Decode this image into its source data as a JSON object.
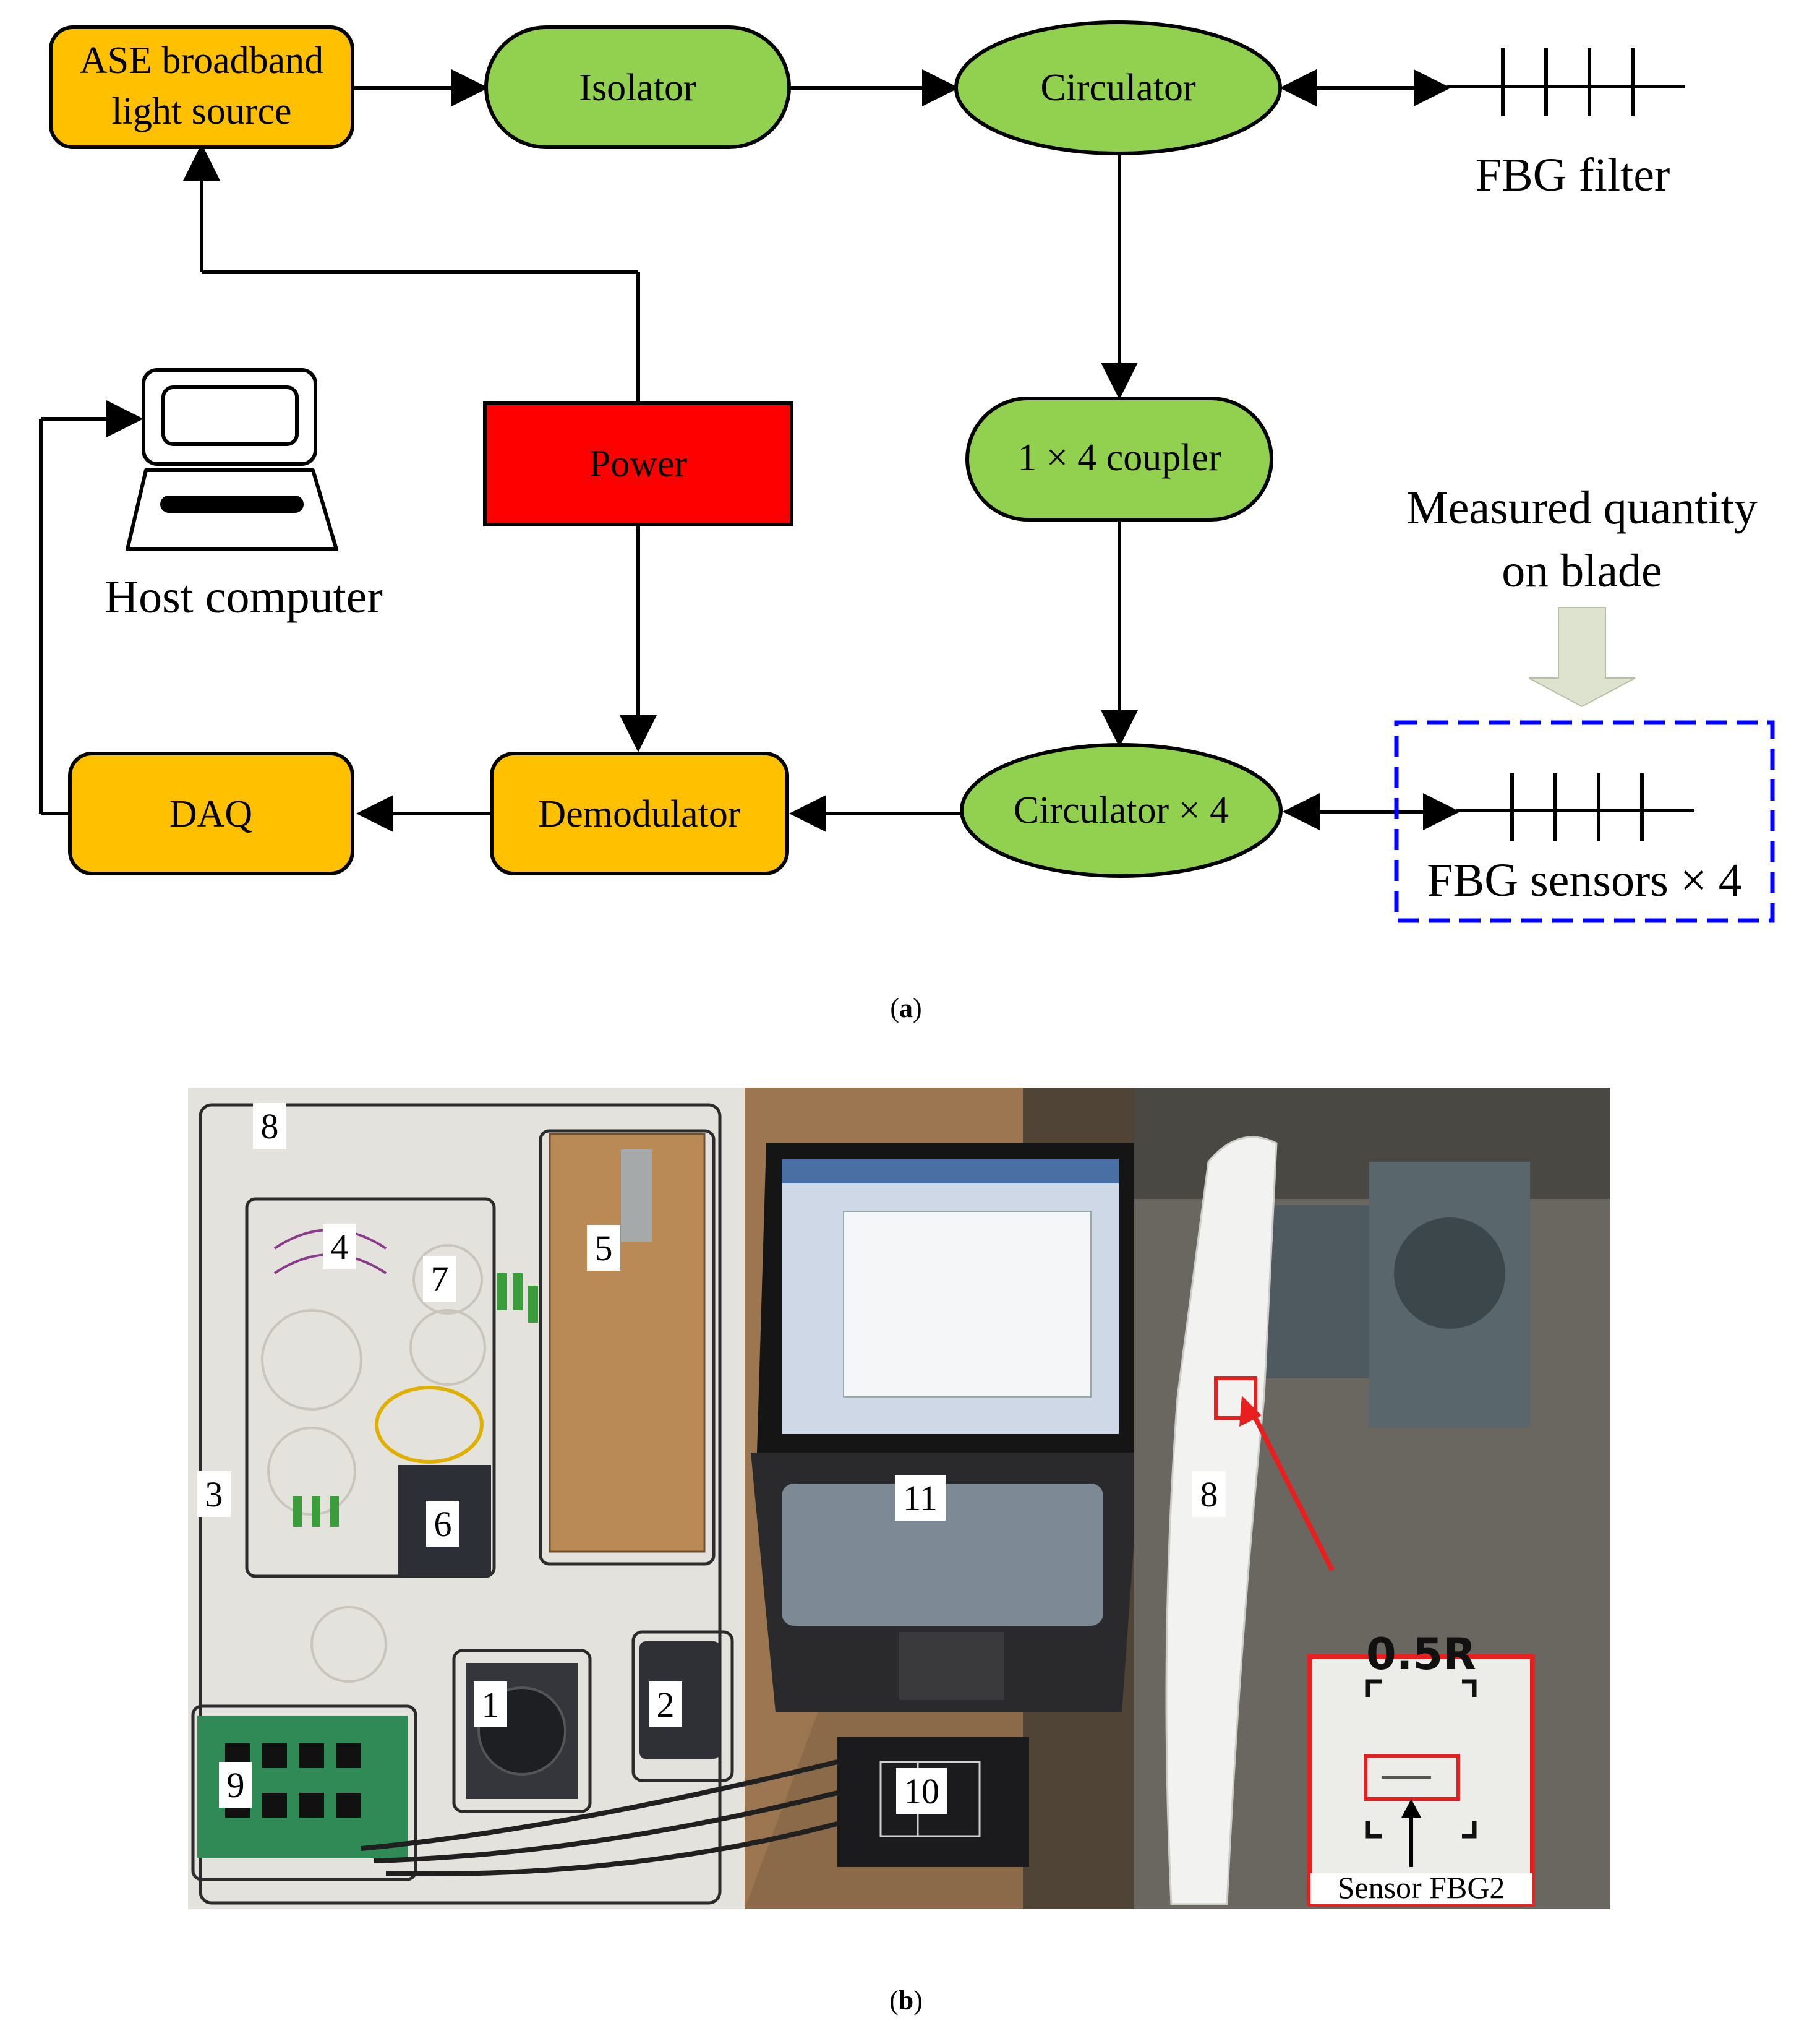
{
  "colors": {
    "orange": "#FFC000",
    "green": "#92D050",
    "red": "#FF0000",
    "dashed_box": "#0000FF",
    "arrow_fill": "#DDE3CF",
    "annotation_red": "#E81F1F"
  },
  "diagram": {
    "ase_line1": "ASE broadband",
    "ase_line2": "light source",
    "isolator": "Isolator",
    "circulator": "Circulator",
    "fbg_filter": "FBG filter",
    "power": "Power",
    "coupler": "1 × 4 coupler",
    "host_computer": "Host computer",
    "measured_line1": "Measured quantity",
    "measured_line2": "on blade",
    "daq": "DAQ",
    "demodulator": "Demodulator",
    "circulator4": "Circulator × 4",
    "fbg_sensors": "FBG sensors × 4"
  },
  "caption_a": {
    "open": "(",
    "letter": "a",
    "close": ")"
  },
  "caption_b": {
    "open": "(",
    "letter": "b",
    "close": ")"
  },
  "photo": {
    "labels": [
      "1",
      "2",
      "3",
      "4",
      "5",
      "6",
      "7",
      "8",
      "9",
      "10",
      "11",
      "8"
    ],
    "inset_handwriting": "0.5R",
    "inset_label": "Sensor FBG2"
  }
}
